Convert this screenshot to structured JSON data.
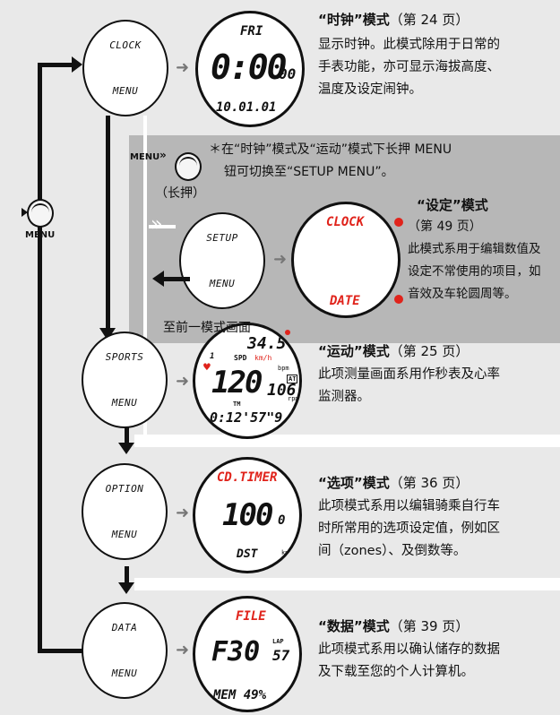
{
  "modes": {
    "clock": {
      "top": "CLOCK",
      "bottom": "MENU"
    },
    "setup": {
      "top": "SETUP",
      "bottom": "MENU"
    },
    "sports": {
      "top": "SPORTS",
      "bottom": "MENU"
    },
    "option": {
      "top": "OPTION",
      "bottom": "MENU"
    },
    "data": {
      "top": "DATA",
      "bottom": "MENU"
    }
  },
  "clock_display": {
    "day": "FRI",
    "time": "0:00",
    "seconds": "00",
    "date": "10.01.01"
  },
  "setup_display": {
    "top": "CLOCK",
    "bottom": "DATE"
  },
  "sports_display": {
    "speed": "34.5",
    "spd_label": "SPD",
    "spd_unit": "km/h",
    "cadence_main": "120",
    "cadence_small": "106",
    "rpm": "rpm",
    "bpm": "bpm",
    "at": "AT",
    "tm": "TM",
    "time": "0:12'57\"9",
    "lap_marker": "1"
  },
  "option_display": {
    "top": "CD.TIMER",
    "value": "100",
    "decimal": "0",
    "dst": "DST",
    "km": "km"
  },
  "data_display": {
    "top": "FILE",
    "file": "F30",
    "lap_label": "LAP",
    "lap": "57",
    "mem": "MEM 49%"
  },
  "menu_button_label": "MENU",
  "setup_note": {
    "menu_prefix": "MENU",
    "line1": "＊在“时钟”模式及“运动”模式下长押 MENU",
    "line2": "钮可切换至“SETUP MENU”。",
    "hold": "（长押）"
  },
  "back_label": "至前一模式画面",
  "sections": {
    "clock": {
      "title": "“时钟”模式",
      "page": "（第 24 页）",
      "lines": [
        "显示时钟。此模式除用于日常的",
        "手表功能，亦可显示海拔高度、",
        "温度及设定闹钟。"
      ]
    },
    "setup": {
      "title": "“设定”模式",
      "page": "（第 49 页）",
      "lines": [
        "此模式系用于编辑数值及",
        "设定不常使用的项目，如",
        "音效及车轮圆周等。"
      ]
    },
    "sports": {
      "title": "“运动”模式",
      "page": "（第 25 页）",
      "lines": [
        "此项测量画面系用作秒表及心率",
        "监测器。"
      ]
    },
    "option": {
      "title": "“选项”模式",
      "page": "（第 36 页）",
      "lines": [
        "此项模式系用以编辑骑乘自行车",
        "时所常用的选项设定值，例如区",
        "间（zones）、及倒数等。"
      ]
    },
    "data": {
      "title": "“数据”模式",
      "page": "（第 39 页）",
      "lines": [
        "此项模式系用以确认储存的数据",
        "及下载至您的个人计算机。"
      ]
    }
  },
  "colors": {
    "accent": "#e0231b",
    "band": "#b7b7b7",
    "background": "#e9e9e9"
  }
}
